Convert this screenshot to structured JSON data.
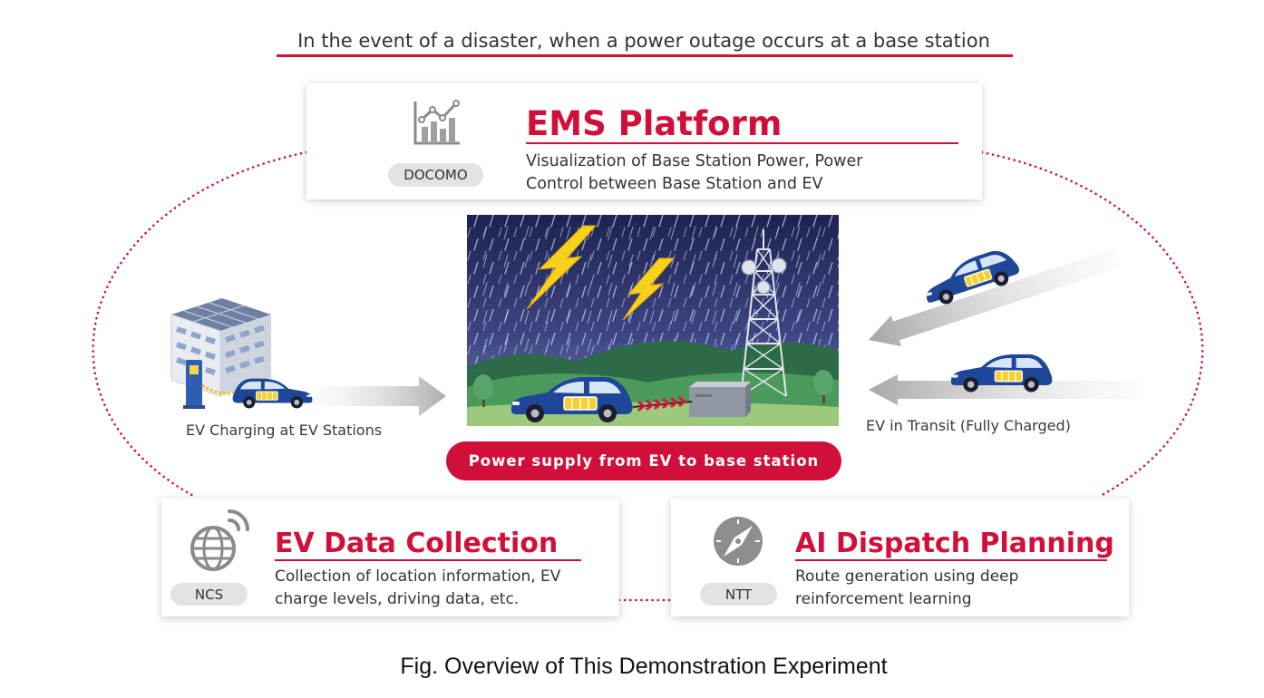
{
  "heading": "In the event of a disaster, when a power outage occurs at a base station",
  "ems": {
    "title": "EMS Platform",
    "org": "DOCOMO",
    "icon": "chart-icon",
    "description": [
      "Visualization of Base Station Power, Power",
      "Control between Base Station and EV"
    ]
  },
  "scene": {
    "caption": "Power supply from EV to base station"
  },
  "ev_charging": {
    "label": "EV Charging at EV Stations"
  },
  "ev_transit": {
    "label": "EV in Transit (Fully Charged)"
  },
  "data_collection": {
    "title": "EV Data Collection",
    "org": "NCS",
    "icon": "globe-signal-icon",
    "description": [
      "Collection of location information, EV",
      "charge levels, driving data, etc."
    ]
  },
  "dispatch": {
    "title": "AI Dispatch Planning",
    "org": "NTT",
    "icon": "compass-icon",
    "description": [
      "Route generation using deep",
      "reinforcement learning"
    ]
  },
  "figure_caption": "Fig. Overview of This Demonstration Experiment",
  "colors": {
    "accent": "#d0103a",
    "text": "#333333",
    "badge": "#e3e3e3",
    "car": "#1f4799",
    "battery": "#f5d130"
  }
}
